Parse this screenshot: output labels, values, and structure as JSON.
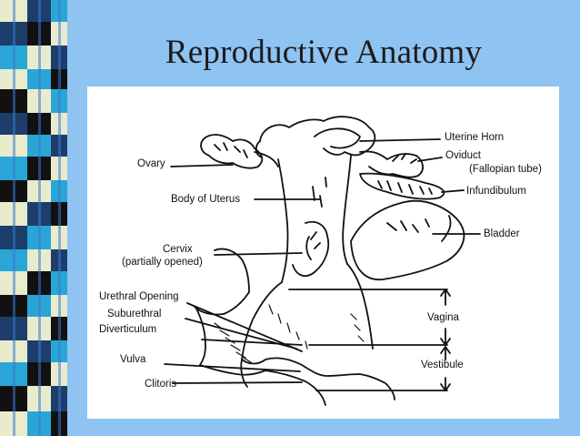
{
  "slide": {
    "title": "Reproductive Anatomy",
    "colors": {
      "background": "#8ec3f2",
      "strip_dark": "#1d3e6b",
      "strip_blue": "#3a78d4",
      "strip_light": "#e8eccc",
      "strip_black": "#111111",
      "strip_cyan": "#2aa6d6"
    }
  },
  "diagram": {
    "labels": {
      "uterine_horn": "Uterine Horn",
      "oviduct": "Oviduct",
      "fallopian_tube": "(Fallopian tube)",
      "ovary": "Ovary",
      "infundibulum": "Infundibulum",
      "body_of_uterus": "Body of Uterus",
      "bladder": "Bladder",
      "cervix": "Cervix",
      "partially_opened": "(partially opened)",
      "urethral_opening": "Urethral Opening",
      "suburethral": "Suburethral",
      "diverticulum": "Diverticulum",
      "vagina": "Vagina",
      "vulva": "Vulva",
      "vestibule": "Vestibule",
      "clitoris": "Clitoris"
    }
  }
}
